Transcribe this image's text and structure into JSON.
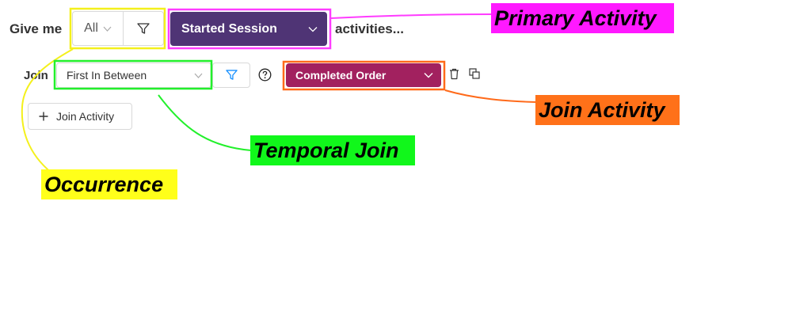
{
  "query": {
    "give_me_label": "Give me",
    "occurrence_value": "All",
    "primary_activity": "Started Session",
    "activities_label": "activities..."
  },
  "join": {
    "join_label": "Join",
    "temporal_value": "First In Between",
    "join_activity": "Completed Order",
    "add_button_label": "Join Activity"
  },
  "annotations": {
    "primary_activity": "Primary Activity",
    "join_activity": "Join Activity",
    "temporal_join": "Temporal Join",
    "occurrence": "Occurrence"
  },
  "colors": {
    "primary_activity_bg": "#4f3475",
    "join_activity_bg": "#a2215f",
    "filter_active": "#1890ff",
    "annotation_primary": "#ff19ff",
    "annotation_join": "#ff7119",
    "annotation_temporal": "#11f71b",
    "annotation_occurrence": "#ffff1a"
  }
}
